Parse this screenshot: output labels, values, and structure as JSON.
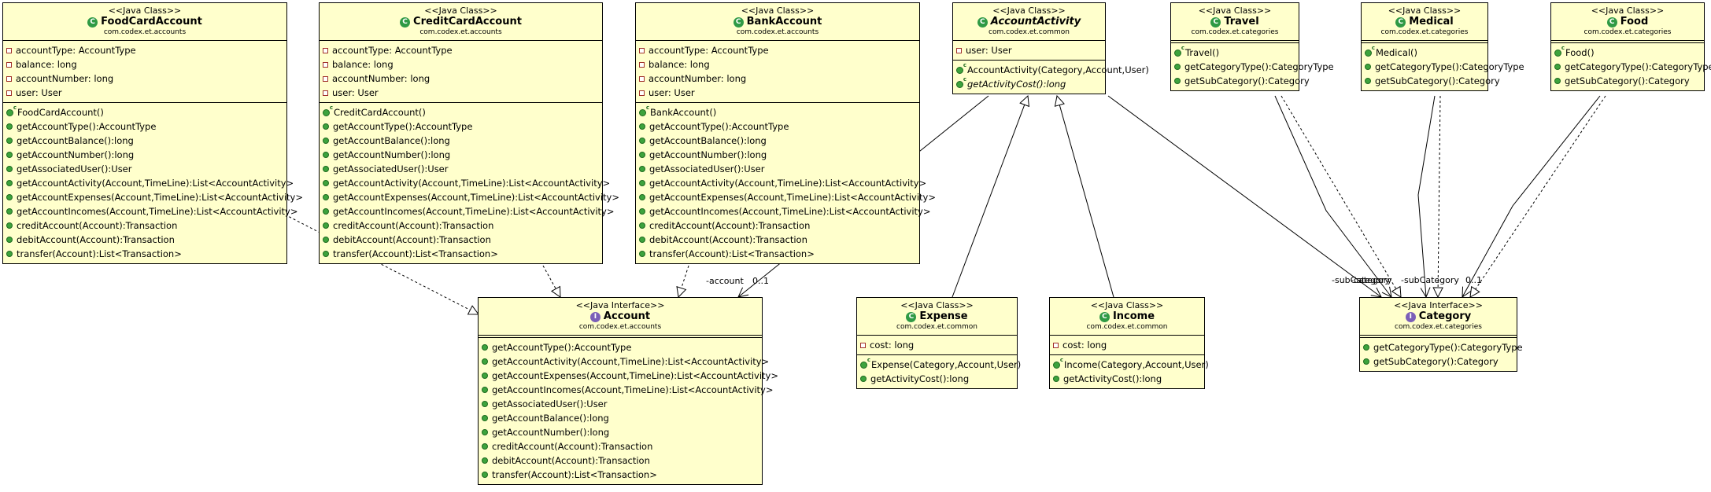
{
  "classes": {
    "foodcardaccount": {
      "stereotype": "<<Java Class>>",
      "name": "FoodCardAccount",
      "package": "com.codex.et.accounts",
      "fields": [
        "accountType: AccountType",
        "balance: long",
        "accountNumber: long",
        "user: User"
      ],
      "methods": [
        "FoodCardAccount()",
        "getAccountType():AccountType",
        "getAccountBalance():long",
        "getAccountNumber():long",
        "getAssociatedUser():User",
        "getAccountActivity(Account,TimeLine):List<AccountActivity>",
        "getAccountExpenses(Account,TimeLine):List<AccountActivity>",
        "getAccountIncomes(Account,TimeLine):List<AccountActivity>",
        "creditAccount(Account):Transaction",
        "debitAccount(Account):Transaction",
        "transfer(Account):List<Transaction>"
      ]
    },
    "creditcardaccount": {
      "stereotype": "<<Java Class>>",
      "name": "CreditCardAccount",
      "package": "com.codex.et.accounts",
      "fields": [
        "accountType: AccountType",
        "balance: long",
        "accountNumber: long",
        "user: User"
      ],
      "methods": [
        "CreditCardAccount()",
        "getAccountType():AccountType",
        "getAccountBalance():long",
        "getAccountNumber():long",
        "getAssociatedUser():User",
        "getAccountActivity(Account,TimeLine):List<AccountActivity>",
        "getAccountExpenses(Account,TimeLine):List<AccountActivity>",
        "getAccountIncomes(Account,TimeLine):List<AccountActivity>",
        "creditAccount(Account):Transaction",
        "debitAccount(Account):Transaction",
        "transfer(Account):List<Transaction>"
      ]
    },
    "bankaccount": {
      "stereotype": "<<Java Class>>",
      "name": "BankAccount",
      "package": "com.codex.et.accounts",
      "fields": [
        "accountType: AccountType",
        "balance: long",
        "accountNumber: long",
        "user: User"
      ],
      "methods": [
        "BankAccount()",
        "getAccountType():AccountType",
        "getAccountBalance():long",
        "getAccountNumber():long",
        "getAssociatedUser():User",
        "getAccountActivity(Account,TimeLine):List<AccountActivity>",
        "getAccountExpenses(Account,TimeLine):List<AccountActivity>",
        "getAccountIncomes(Account,TimeLine):List<AccountActivity>",
        "creditAccount(Account):Transaction",
        "debitAccount(Account):Transaction",
        "transfer(Account):List<Transaction>"
      ]
    },
    "accountactivity": {
      "stereotype": "<<Java Class>>",
      "name": "AccountActivity",
      "package": "com.codex.et.common",
      "fields": [
        "user: User"
      ],
      "methods": [
        "AccountActivity(Category,Account,User)",
        "getActivityCost():long"
      ]
    },
    "travel": {
      "stereotype": "<<Java Class>>",
      "name": "Travel",
      "package": "com.codex.et.categories",
      "fields": [],
      "methods": [
        "Travel()",
        "getCategoryType():CategoryType",
        "getSubCategory():Category"
      ]
    },
    "medical": {
      "stereotype": "<<Java Class>>",
      "name": "Medical",
      "package": "com.codex.et.categories",
      "fields": [],
      "methods": [
        "Medical()",
        "getCategoryType():CategoryType",
        "getSubCategory():Category"
      ]
    },
    "food": {
      "stereotype": "<<Java Class>>",
      "name": "Food",
      "package": "com.codex.et.categories",
      "fields": [],
      "methods": [
        "Food()",
        "getCategoryType():CategoryType",
        "getSubCategory():Category"
      ]
    },
    "account": {
      "stereotype": "<<Java Interface>>",
      "name": "Account",
      "package": "com.codex.et.accounts",
      "fields": [],
      "methods": [
        "getAccountType():AccountType",
        "getAccountActivity(Account,TimeLine):List<AccountActivity>",
        "getAccountExpenses(Account,TimeLine):List<AccountActivity>",
        "getAccountIncomes(Account,TimeLine):List<AccountActivity>",
        "getAssociatedUser():User",
        "getAccountBalance():long",
        "getAccountNumber():long",
        "creditAccount(Account):Transaction",
        "debitAccount(Account):Transaction",
        "transfer(Account):List<Transaction>"
      ]
    },
    "expense": {
      "stereotype": "<<Java Class>>",
      "name": "Expense",
      "package": "com.codex.et.common",
      "fields": [
        "cost: long"
      ],
      "methods": [
        "Expense(Category,Account,User)",
        "getActivityCost():long"
      ]
    },
    "income": {
      "stereotype": "<<Java Class>>",
      "name": "Income",
      "package": "com.codex.et.common",
      "fields": [
        "cost: long"
      ],
      "methods": [
        "Income(Category,Account,User)",
        "getActivityCost():long"
      ]
    },
    "category": {
      "stereotype": "<<Java Interface>>",
      "name": "Category",
      "package": "com.codex.et.categories",
      "fields": [],
      "methods": [
        "getCategoryType():CategoryType",
        "getSubCategory():Category"
      ]
    }
  },
  "edge_labels": {
    "account_role": "-account",
    "account_mult": "0..1",
    "category_roles": "-subCategory",
    "category_roles_b": "-category",
    "category_roles_c": "-subCategory",
    "category_mult": "0..1"
  },
  "colors": {
    "class_fill": "#ffffcc",
    "line": "#000000"
  }
}
